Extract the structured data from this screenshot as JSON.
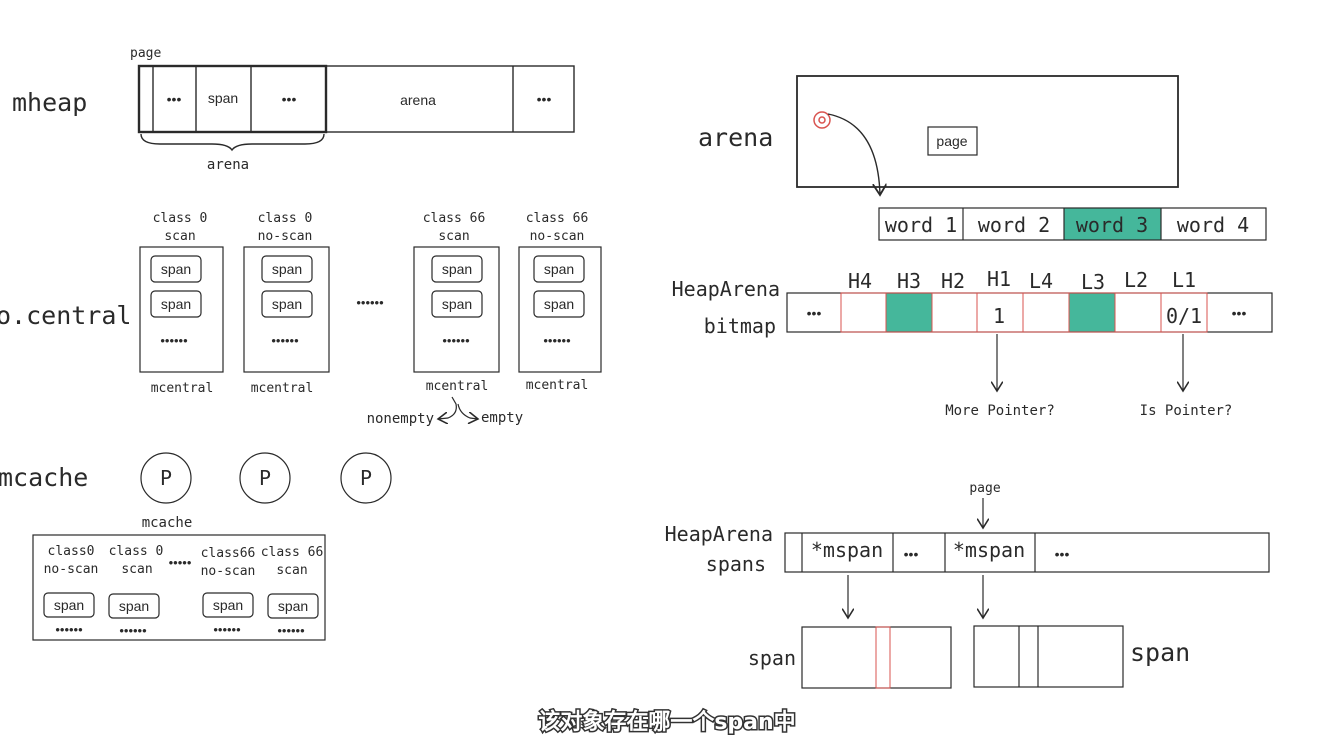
{
  "mheap": {
    "title": "mheap",
    "page_label": "page",
    "cells": [
      "•••",
      "span",
      "•••",
      "arena",
      "•••"
    ],
    "brace_label": "arena"
  },
  "central": {
    "title": "o.central",
    "dots_between": "••••••",
    "columns": [
      {
        "class_label": "class 0",
        "scan_label": "scan",
        "spans": [
          "span",
          "span"
        ],
        "dots": "••••••",
        "footer": "mcentral"
      },
      {
        "class_label": "class 0",
        "scan_label": "no-scan",
        "spans": [
          "span",
          "span"
        ],
        "dots": "••••••",
        "footer": "mcentral"
      },
      {
        "class_label": "class 66",
        "scan_label": "scan",
        "spans": [
          "span",
          "span"
        ],
        "dots": "••••••",
        "footer": "mcentral"
      },
      {
        "class_label": "class 66",
        "scan_label": "no-scan",
        "spans": [
          "span",
          "span"
        ],
        "dots": "••••••",
        "footer": "mcentral"
      }
    ],
    "nonempty": "nonempty",
    "empty": "empty"
  },
  "mcache": {
    "title": "mcache",
    "processors": [
      "P",
      "P",
      "P"
    ],
    "box_label": "mcache",
    "dots_between": "•••••",
    "columns": [
      {
        "class_label": "class0",
        "scan_label": "no-scan",
        "span": "span",
        "dots": "••••••"
      },
      {
        "class_label": "class 0",
        "scan_label": "scan",
        "span": "span",
        "dots": "••••••"
      },
      {
        "class_label": "class66",
        "scan_label": "no-scan",
        "span": "span",
        "dots": "••••••"
      },
      {
        "class_label": "class 66",
        "scan_label": "scan",
        "span": "span",
        "dots": "••••••"
      }
    ]
  },
  "arena": {
    "title": "arena",
    "page_label": "page",
    "words": [
      "word 1",
      "word 2",
      "word 3",
      "word 4"
    ],
    "highlight_color": "#45b79b"
  },
  "bitmap": {
    "title_line1": "HeapArena",
    "title_line2": "bitmap",
    "headers": [
      "H4",
      "H3",
      "H2",
      "H1",
      "L4",
      "L3",
      "L2",
      "L1"
    ],
    "values": [
      "",
      "",
      "",
      "1",
      "",
      "",
      "",
      "0/1"
    ],
    "highlighted": [
      "H3",
      "L3"
    ],
    "leading_dots": "•••",
    "trailing_dots": "•••",
    "more_pointer": "More Pointer?",
    "is_pointer": "Is Pointer?"
  },
  "spans": {
    "title_line1": "HeapArena",
    "title_line2": "spans",
    "page_label": "page",
    "cells": [
      "*mspan",
      "•••",
      "*mspan",
      "•••"
    ],
    "span_left": "span",
    "span_right": "span"
  },
  "subtitle": "该对象存在哪一个span中"
}
